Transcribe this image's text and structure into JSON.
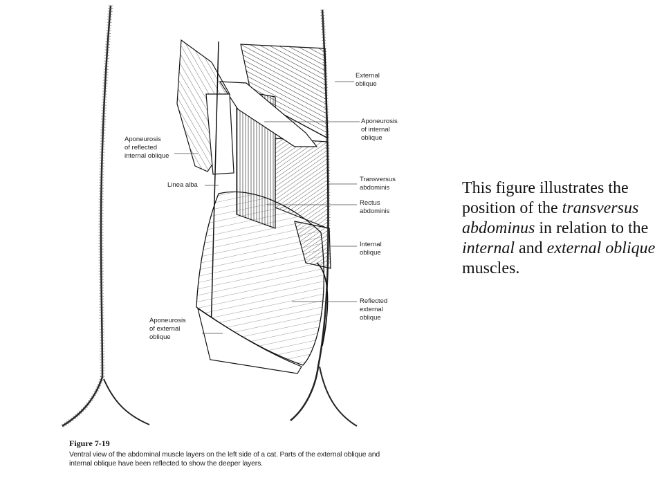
{
  "figure": {
    "number": "Figure 7-19",
    "caption": "Ventral view of the abdominal muscle layers on the left side of a cat. Parts of the external oblique and\ninternal oblique have been reflected to show the deeper layers.",
    "labels": {
      "external_oblique": "External\noblique",
      "aponeurosis_internal": "Aponeurosis\nof internal\noblique",
      "aponeurosis_reflected": "Aponeurosis\nof reflected\ninternal oblique",
      "linea_alba": "Linea alba",
      "transversus": "Transversus\nabdominis",
      "rectus": "Rectus\nabdominis",
      "internal_oblique": "Internal\noblique",
      "reflected_external": "Reflected\nexternal\noblique",
      "aponeurosis_external": "Aponeurosis\nof external\noblique"
    }
  },
  "description": {
    "p1": "This figure illustrates the position of the ",
    "e1": "transversus abdominus",
    "p2": " in relation to the ",
    "e2": "internal",
    "p3": " and ",
    "e3": "external oblique",
    "p4": " muscles."
  }
}
